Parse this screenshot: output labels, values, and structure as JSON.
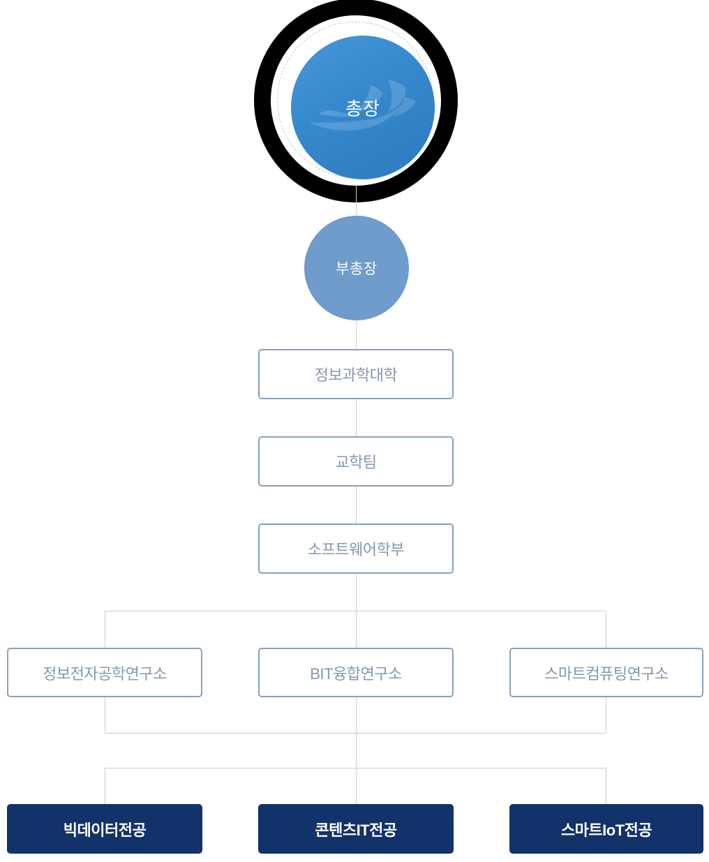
{
  "org": {
    "president": "총장",
    "vice_president": "부총장",
    "college": "정보과학대학",
    "team": "교학팀",
    "faculty": "소프트웨어학부",
    "institutes": [
      "정보전자공학연구소",
      "BIT융합연구소",
      "스마트컴퓨팅연구소"
    ],
    "majors": [
      "빅데이터전공",
      "콘텐츠IT전공",
      "스마트IoT전공"
    ]
  },
  "icons": {
    "president_watermark": "wave-logo-watermark"
  },
  "colors": {
    "president_ring": "#000000",
    "president_fill_top": "#4598d8",
    "president_fill_bottom": "#2d7abf",
    "vice_fill": "#6f9cca",
    "outline_box_border": "#8ba0b8",
    "outline_box_text": "#8497af",
    "major_fill": "#12326a",
    "major_text": "#ffffff",
    "connector_line": "#cccccc"
  }
}
